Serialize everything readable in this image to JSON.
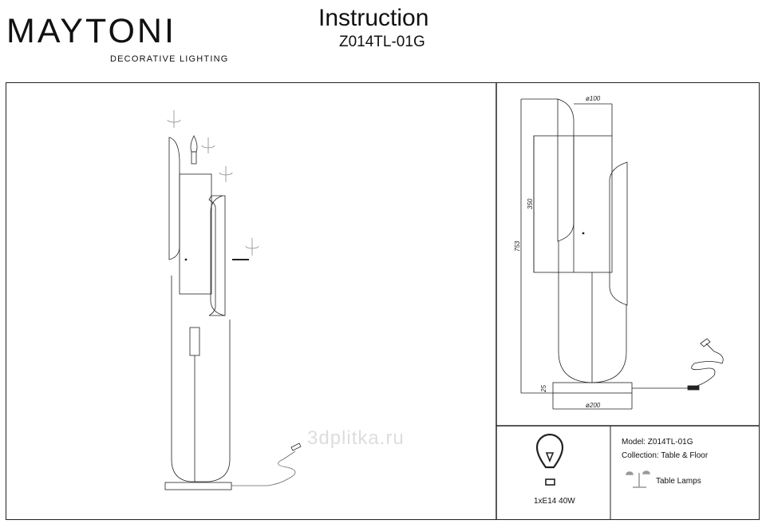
{
  "header": {
    "brand": "MAYTONI",
    "tagline": "DECORATIVE LIGHTING",
    "title": "Instruction",
    "model": "Z014TL-01G"
  },
  "dimensions": {
    "shade_diameter": "ø100",
    "shade_height": "350",
    "total_height": "753",
    "base_height": "25",
    "base_diameter": "ø200"
  },
  "spec": {
    "bulb": "1xE14 40W"
  },
  "info": {
    "model": "Model: Z014TL-01G",
    "collection": "Collection: Table & Floor",
    "category": "Table Lamps"
  },
  "watermark": "3dplitka.ru"
}
